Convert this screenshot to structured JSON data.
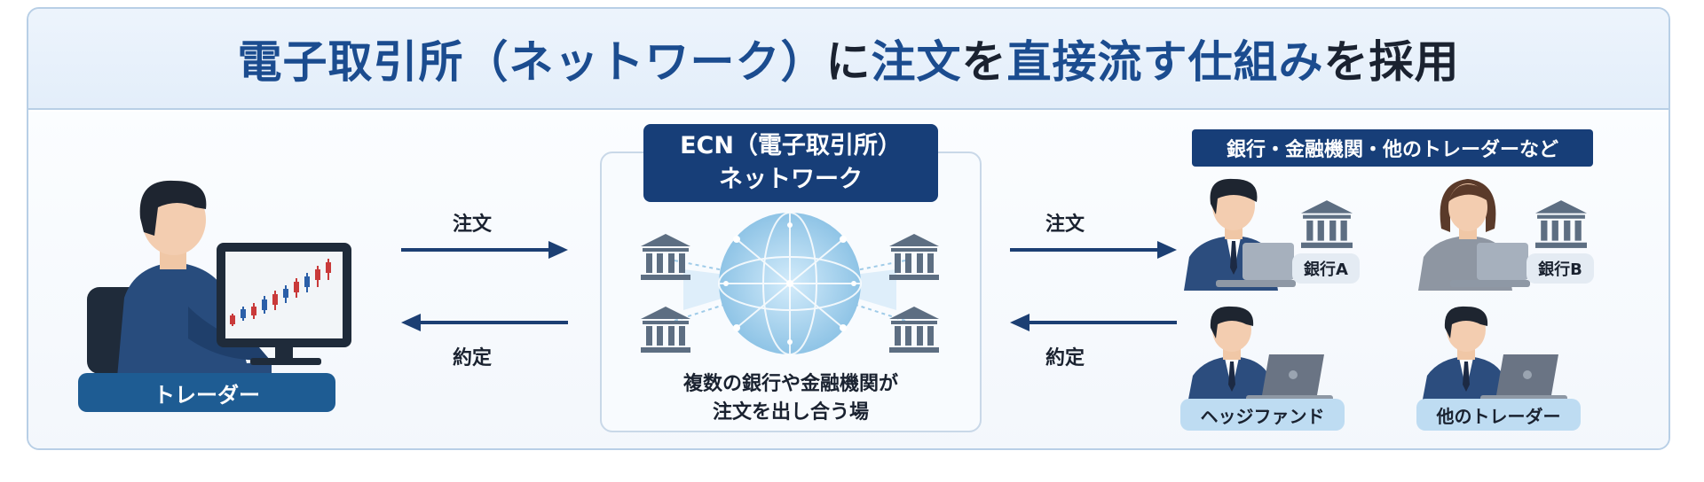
{
  "header": {
    "title_part1": "電子取引所（ネットワーク）",
    "title_part2": "に",
    "title_part3": "注文",
    "title_part4": "を",
    "title_part5": "直接流す仕組み",
    "title_part6": "を採用"
  },
  "trader": {
    "label": "トレーダー"
  },
  "left_arrows": {
    "order": "注文",
    "fill": "約定"
  },
  "ecn": {
    "title_line1": "ECN（電子取引所）",
    "title_line2": "ネットワーク",
    "caption_line1": "複数の銀行や金融機関が",
    "caption_line2": "注文を出し合う場"
  },
  "right_arrows": {
    "order": "注文",
    "fill": "約定"
  },
  "participants": {
    "heading": "銀行・金融機関・他のトレーダーなど",
    "bank_a": "銀行A",
    "bank_b": "銀行B",
    "hedge_fund": "ヘッジファンド",
    "other_traders": "他のトレーダー"
  },
  "colors": {
    "navy": "#173e78",
    "title_blue": "#1b4c8f",
    "pill_blue": "#1e5c93",
    "light_pill": "#bedcf2",
    "arrow": "#1c3f73"
  }
}
